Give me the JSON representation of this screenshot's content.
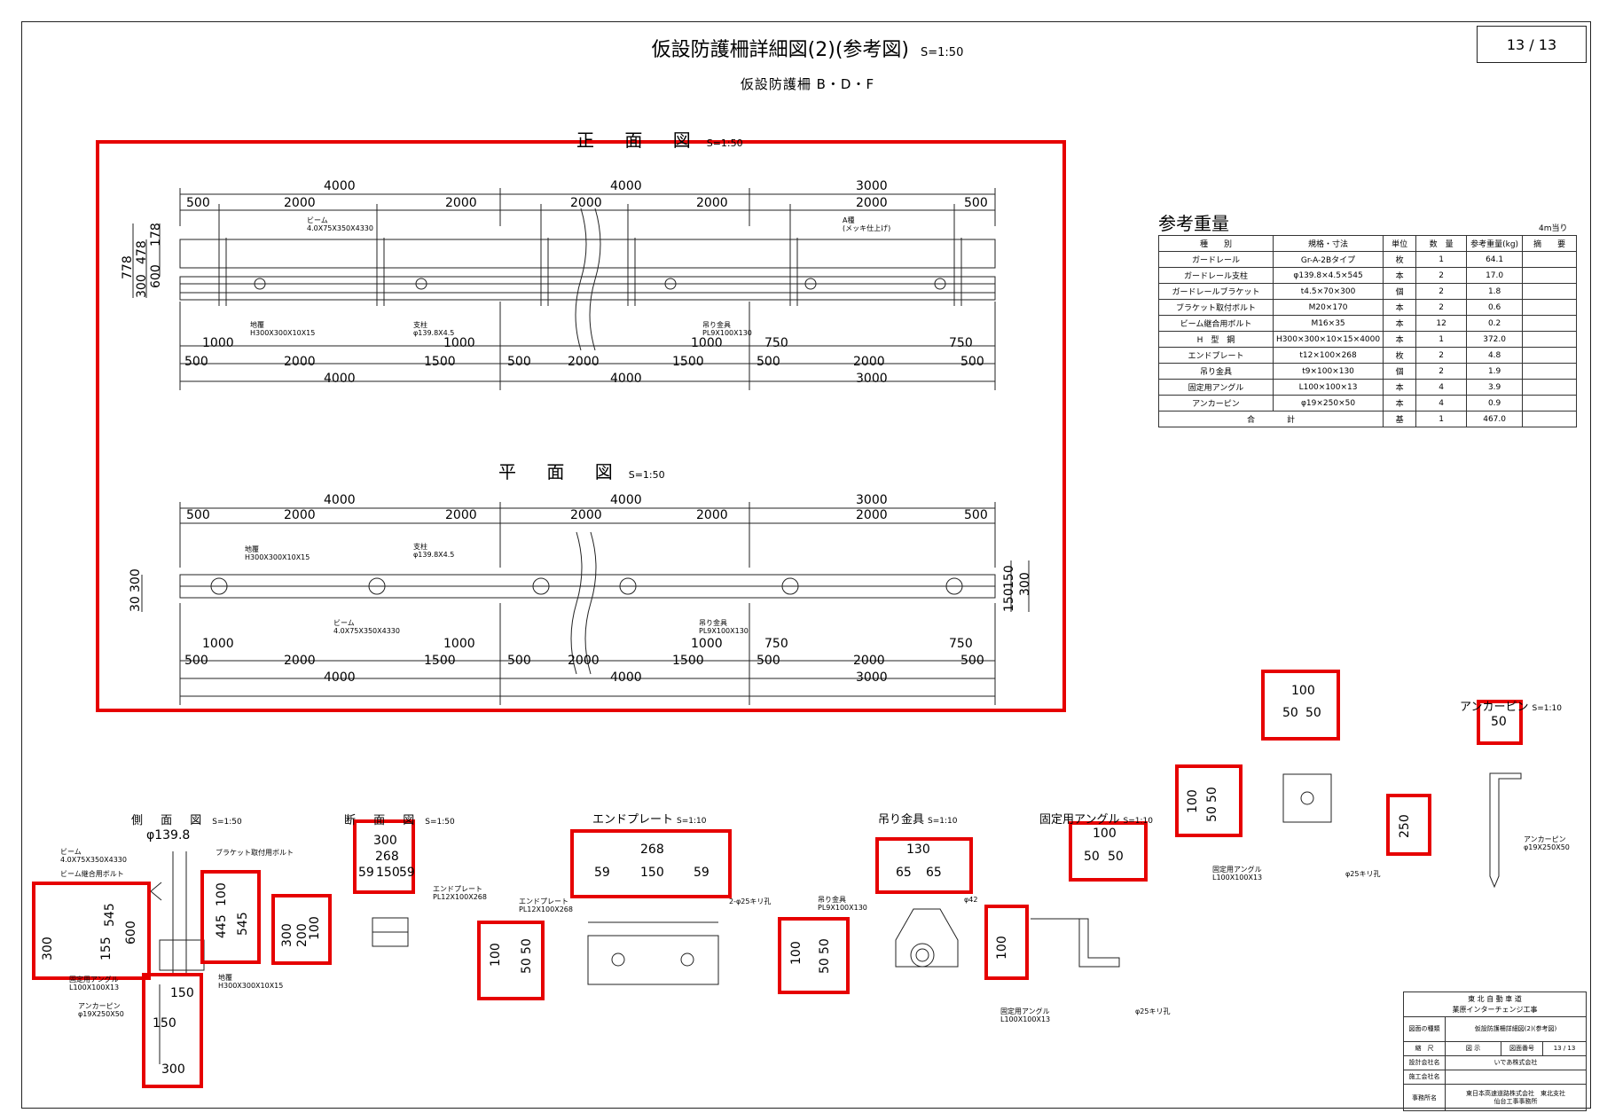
{
  "header": {
    "title": "仮設防護柵詳細図(2)(参考図)",
    "title_scale": "S=1:50",
    "subtitle": "仮設防護柵 B・D・F",
    "page": "13 / 13"
  },
  "front_view": {
    "title": "正 面 図",
    "scale": "S=1:50",
    "dims_top_spans": [
      "4000",
      "4000",
      "3000"
    ],
    "dims_top_parts": [
      "500",
      "2000",
      "2000",
      "2000",
      "2000",
      "2000",
      "500"
    ],
    "dims_left": [
      "778",
      "300",
      "478",
      "600",
      "178"
    ],
    "dims_offsets": [
      "1000",
      "1000",
      "1000",
      "750",
      "750"
    ],
    "dims_bottom_parts": [
      "500",
      "2000",
      "1500",
      "500",
      "2000",
      "1500",
      "500",
      "2000",
      "500"
    ],
    "dims_bottom_spans": [
      "4000",
      "4000",
      "3000"
    ],
    "labels": {
      "beam": "ビーム\n4.0X75X350X4330",
      "rail_a": "A種\n(メッキ仕上げ)",
      "ground": "地覆\nH300X300X10X15",
      "post": "支柱\nφ139.8X4.5",
      "hanger": "吊り金具\nPL9X100X130"
    }
  },
  "plan_view": {
    "title": "平 面 図",
    "scale": "S=1:50",
    "dims_top_spans": [
      "4000",
      "4000",
      "3000"
    ],
    "dims_top_parts": [
      "500",
      "2000",
      "2000",
      "2000",
      "2000",
      "2000",
      "500"
    ],
    "dims_left": [
      "30",
      "300"
    ],
    "dims_right": [
      "150",
      "150",
      "300"
    ],
    "dims_offsets": [
      "1000",
      "1000",
      "1000",
      "750",
      "750"
    ],
    "dims_bottom_parts": [
      "500",
      "2000",
      "1500",
      "500",
      "2000",
      "1500",
      "500",
      "2000",
      "500"
    ],
    "dims_bottom_spans": [
      "4000",
      "4000",
      "3000"
    ],
    "labels": {
      "ground": "地覆\nH300X300X10X15",
      "post": "支柱\nφ139.8X4.5",
      "beam": "ビーム\n4.0X75X350X4330",
      "hanger": "吊り金具\nPL9X100X130"
    }
  },
  "weights": {
    "title": "参考重量",
    "note": "4m当り",
    "columns": [
      "種　　別",
      "規格・寸法",
      "単位",
      "数　量",
      "参考重量(kg)",
      "摘　　要"
    ],
    "rows": [
      [
        "ガードレール",
        "Gr-A-2Bタイプ",
        "枚",
        "1",
        "64.1",
        ""
      ],
      [
        "ガードレール支柱",
        "φ139.8×4.5×545",
        "本",
        "2",
        "17.0",
        ""
      ],
      [
        "ガードレールブラケット",
        "t4.5×70×300",
        "個",
        "2",
        "1.8",
        ""
      ],
      [
        "ブラケット取付ボルト",
        "M20×170",
        "本",
        "2",
        "0.6",
        ""
      ],
      [
        "ビーム継合用ボルト",
        "M16×35",
        "本",
        "12",
        "0.2",
        ""
      ],
      [
        "H　型　鋼",
        "H300×300×10×15×4000",
        "本",
        "1",
        "372.0",
        ""
      ],
      [
        "エンドプレート",
        "t12×100×268",
        "枚",
        "2",
        "4.8",
        ""
      ],
      [
        "吊り金具",
        "t9×100×130",
        "個",
        "2",
        "1.9",
        ""
      ],
      [
        "固定用アングル",
        "L100×100×13",
        "本",
        "4",
        "3.9",
        ""
      ],
      [
        "アンカーピン",
        "φ19×250×50",
        "本",
        "4",
        "0.9",
        ""
      ]
    ],
    "total": [
      "合　　　　計",
      "",
      "基",
      "1",
      "467.0",
      ""
    ]
  },
  "side_view": {
    "title": "側 面 図",
    "scale": "S=1:50",
    "dia": "φ139.8",
    "beam": "ビーム\n4.0X75X350X4330",
    "bracket_bolt": "ブラケット取付用ボルト",
    "joint_bolt": "ビーム継合用ボルト",
    "angle": "固定用アングル\nL100X100X13",
    "anchor": "アンカーピン\nφ19X250X50",
    "ground": "地覆\nH300X300X10X15",
    "dims": [
      "545",
      "600",
      "300",
      "155",
      "445",
      "100",
      "545",
      "150",
      "150",
      "300"
    ]
  },
  "section_view": {
    "title": "断 面 図",
    "scale": "S=1:50",
    "dims": [
      "300",
      "268",
      "59",
      "150",
      "59",
      "300",
      "200",
      "100"
    ],
    "endplate": "エンドプレート\nPL12X100X268"
  },
  "endplate": {
    "title": "エンドプレート",
    "scale": "S=1:10",
    "dims": [
      "268",
      "59",
      "150",
      "59",
      "100",
      "50",
      "50"
    ],
    "label": "エンドプレート\nPL12X100X268",
    "hole": "2-φ25キリ孔"
  },
  "hanger": {
    "title": "吊り金具",
    "scale": "S=1:10",
    "dims": [
      "130",
      "65",
      "65",
      "100",
      "50",
      "50"
    ],
    "label": "吊り金具\nPL9X100X130",
    "dia": "φ42"
  },
  "angle": {
    "title": "固定用アングル",
    "scale": "S=1:10",
    "dims": [
      "100",
      "50",
      "50",
      "100"
    ],
    "label": "固定用アングル\nL100X100X13",
    "hole": "φ25キリ孔"
  },
  "angle_plan": {
    "dims": [
      "100",
      "50",
      "50",
      "100",
      "50",
      "50"
    ],
    "label": "固定用アングル\nL100X100X13",
    "hole": "φ25キリ孔"
  },
  "anchor": {
    "title": "アンカーピン",
    "scale": "S=1:10",
    "dims": [
      "50",
      "250"
    ],
    "label": "アンカーピン\nφ19X250X50"
  },
  "title_block": {
    "org1": "東 北 自 動 車 道",
    "org2": "業原インターチェンジ工事",
    "kind_key": "図面の種類",
    "kind_val": "仮設防護柵詳細図(2)(参考図)",
    "scale_key": "縮　尺",
    "scale_val": "図 示",
    "num_key": "図面番号",
    "num_val": "13 / 13",
    "design_key": "設計会社名",
    "design_val": "いであ株式会社",
    "build_key": "施工会社名",
    "build_val": "",
    "office_key": "事務所名",
    "office_val": "東日本高速道路株式会社　東北支社\n仙台工事事務所"
  }
}
